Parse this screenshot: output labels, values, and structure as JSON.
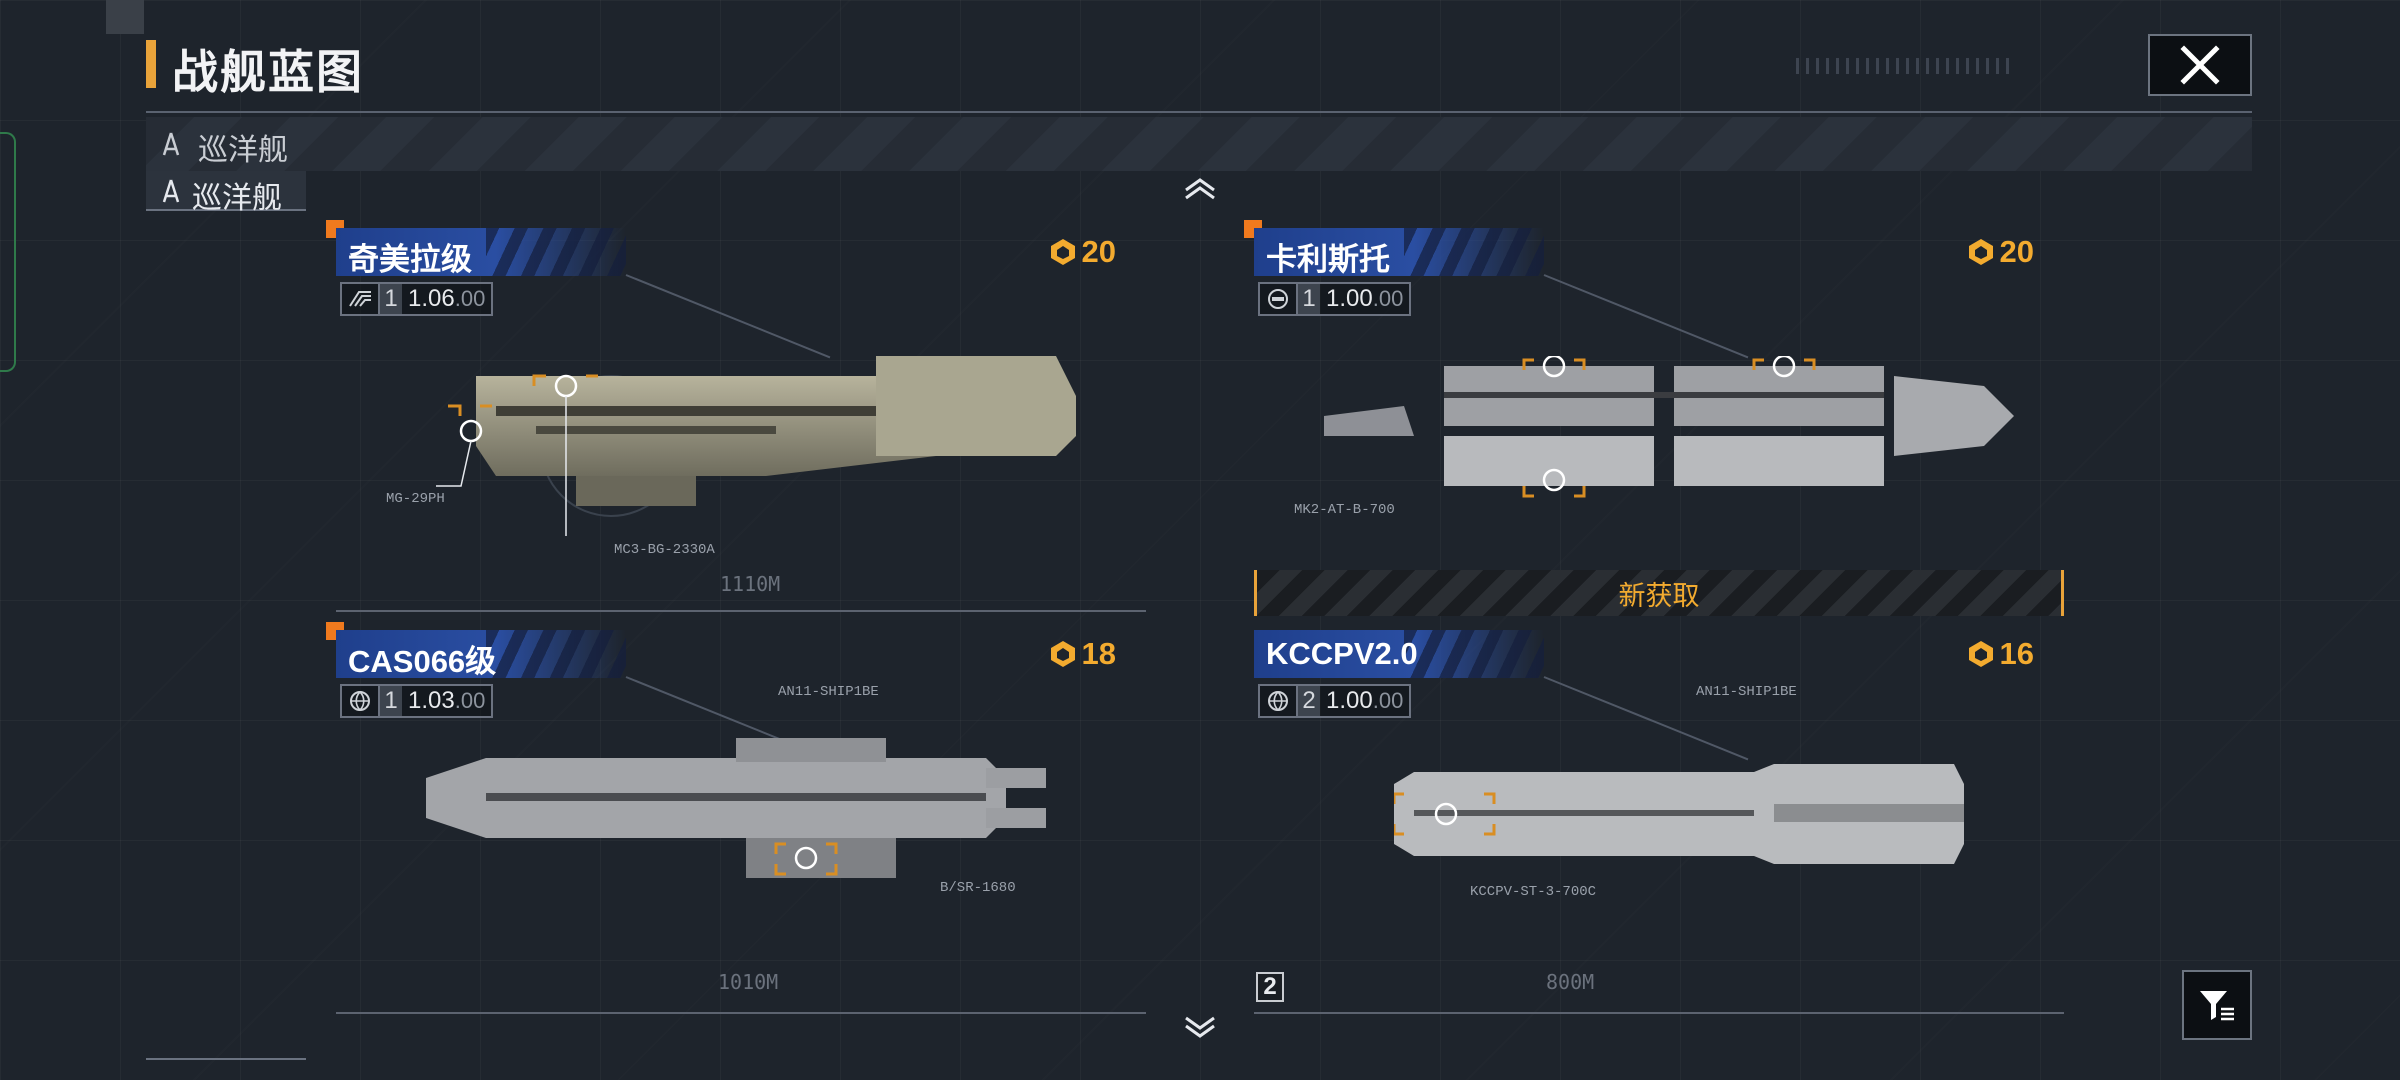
{
  "header": {
    "title": "战舰蓝图"
  },
  "category": {
    "selected": "巡洋舰",
    "tab_label": "巡洋舰"
  },
  "cards": [
    {
      "name": "奇美拉级",
      "cost": "20",
      "tier": "1",
      "stat_main": "1.06",
      "stat_suffix": ".00",
      "icon": "maneuver-icon",
      "pointer_labels": [
        "MG-29PH",
        "MC3-BG-2330A"
      ],
      "length_text": "1110M",
      "is_new": false
    },
    {
      "name": "卡利斯托",
      "cost": "20",
      "tier": "1",
      "stat_main": "1.00",
      "stat_suffix": ".00",
      "icon": "shield-icon",
      "pointer_labels": [
        "MK2-AT-B-700"
      ],
      "length_text": "",
      "is_new": true,
      "new_label": "新获取"
    },
    {
      "name": "CAS066级",
      "cost": "18",
      "tier": "1",
      "stat_main": "1.03",
      "stat_suffix": ".00",
      "icon": "globe-icon",
      "pointer_labels": [
        "AN11-SHIP1BE",
        "B/SR-1680"
      ],
      "length_text": "1010M",
      "is_new": false
    },
    {
      "name": "KCCPV2.0",
      "cost": "16",
      "tier": "2",
      "stat_main": "1.00",
      "stat_suffix": ".00",
      "icon": "globe-icon",
      "pointer_labels": [
        "AN11-SHIP1BE",
        "KCCPV-ST-3-700C"
      ],
      "length_text": "800M",
      "is_new": false
    }
  ],
  "page_number": "2",
  "colors": {
    "accent": "#e9a33a",
    "cost": "#f3ab2f",
    "banner_blue": "#2a4ea2",
    "new_badge": "#f07a1e"
  }
}
